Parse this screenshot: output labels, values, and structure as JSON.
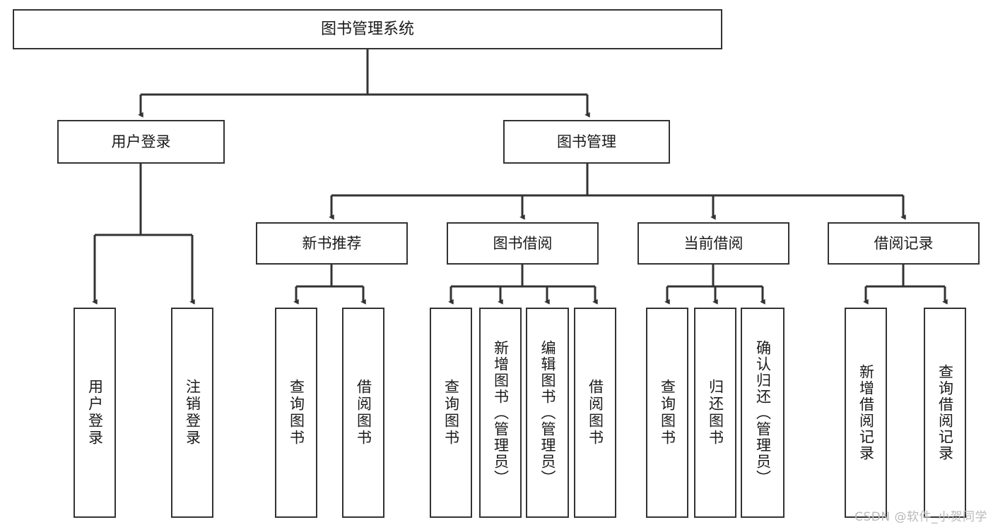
{
  "diagram": {
    "title": "图书管理系统",
    "type": "tree-hierarchy",
    "orientation": "top-down",
    "colors": {
      "box_border": "#333333",
      "box_fill": "#ffffff",
      "edge": "#333333",
      "text": "#1a1a1a",
      "watermark": "#b9b9b9",
      "background": "#ffffff"
    },
    "root": {
      "label": "图书管理系统"
    },
    "level2": [
      {
        "label": "用户登录"
      },
      {
        "label": "图书管理"
      }
    ],
    "level3": [
      {
        "label": "新书推荐"
      },
      {
        "label": "图书借阅"
      },
      {
        "label": "当前借阅"
      },
      {
        "label": "借阅记录"
      }
    ],
    "leaves": {
      "user_login": [
        {
          "label": "用户登录"
        },
        {
          "label": "注销登录"
        }
      ],
      "new_book_recommend": [
        {
          "label": "查询图书"
        },
        {
          "label": "借阅图书"
        }
      ],
      "book_borrow": [
        {
          "label": "查询图书"
        },
        {
          "label": "新增图书（管理员）"
        },
        {
          "label": "编辑图书（管理员）"
        },
        {
          "label": "借阅图书"
        }
      ],
      "current_borrow": [
        {
          "label": "查询图书"
        },
        {
          "label": "归还图书"
        },
        {
          "label": "确认归还（管理员）"
        }
      ],
      "borrow_record": [
        {
          "label": "新增借阅记录"
        },
        {
          "label": "查询借阅记录"
        }
      ]
    }
  },
  "watermark": {
    "text": "CSDN @软件_小贺同学"
  }
}
